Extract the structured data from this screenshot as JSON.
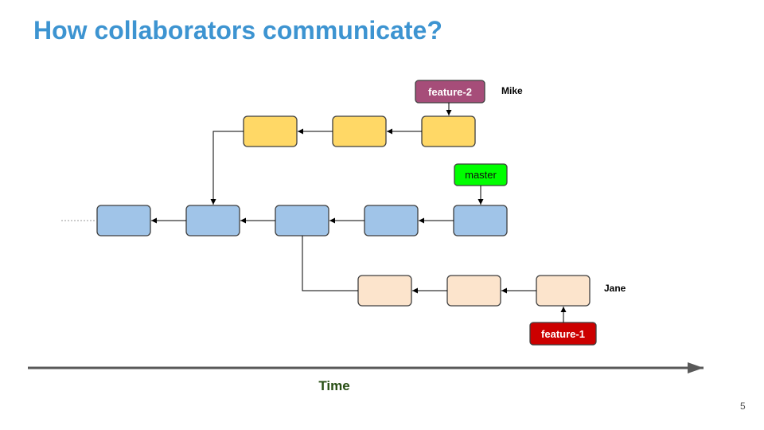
{
  "slide": {
    "title": "How collaborators communicate?",
    "page_number": "5"
  },
  "diagram": {
    "labels": {
      "feature_2": "feature-2",
      "master": "master",
      "feature_1": "feature-1",
      "mike": "Mike",
      "jane": "Jane",
      "time": "Time"
    },
    "colors": {
      "master_commit": "#a0c4e8",
      "mike_commit": "#ffd866",
      "jane_commit": "#fce4cc",
      "feature_2_tag": "#a64d79",
      "master_tag": "#00ff00",
      "feature_1_tag": "#cc0000",
      "time_label": "#274e13",
      "title": "#3d94d1"
    }
  }
}
